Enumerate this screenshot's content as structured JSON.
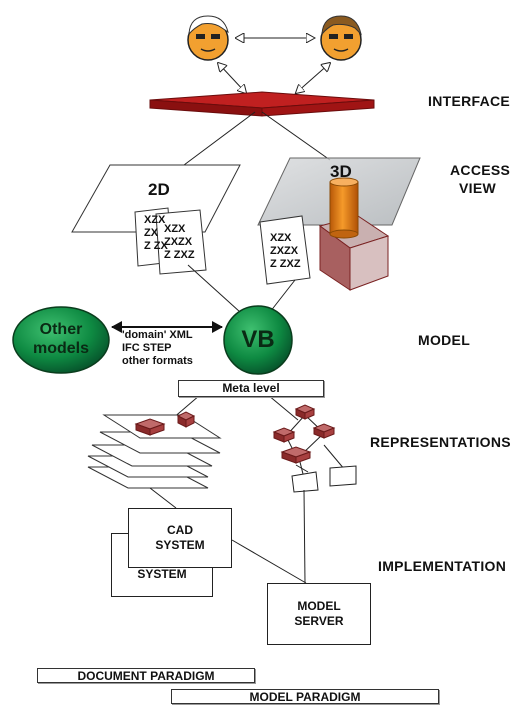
{
  "layers": {
    "interface": "INTERFACE",
    "access_view_1": "ACCESS",
    "access_view_2": "VIEW",
    "model": "MODEL",
    "representations": "REPRESENTATIONS",
    "implementation": "IMPLEMENTATION"
  },
  "views": {
    "two_d": "2D",
    "three_d": "3D",
    "doc_line1": "XZX",
    "doc_line2": "ZXZX",
    "doc_line3": "Z ZXZ",
    "doc_line2_short": "ZX",
    "doc_line3_short": "Z ZX"
  },
  "model": {
    "vb": "VB",
    "other_models_1": "Other",
    "other_models_2": "models",
    "format_1": "'domain' XML",
    "format_2": "IFC STEP",
    "format_3": "other formats",
    "meta_level": "Meta level"
  },
  "implementation": {
    "cad_1": "CAD",
    "cad_2": "SYSTEM",
    "cad_back": "SYSTEM",
    "server_1": "MODEL",
    "server_2": "SERVER"
  },
  "paradigms": {
    "document": "DOCUMENT PARADIGM",
    "model": "MODEL PARADIGM"
  },
  "colors": {
    "interface_red": "#a01414",
    "vb_green": "#0e7a3a",
    "cylinder_orange": "#e07a10",
    "block_maroon": "#8a2a2a",
    "face_skin": "#f2a030"
  },
  "icons": [
    "user-face-icon",
    "user-face-icon"
  ]
}
